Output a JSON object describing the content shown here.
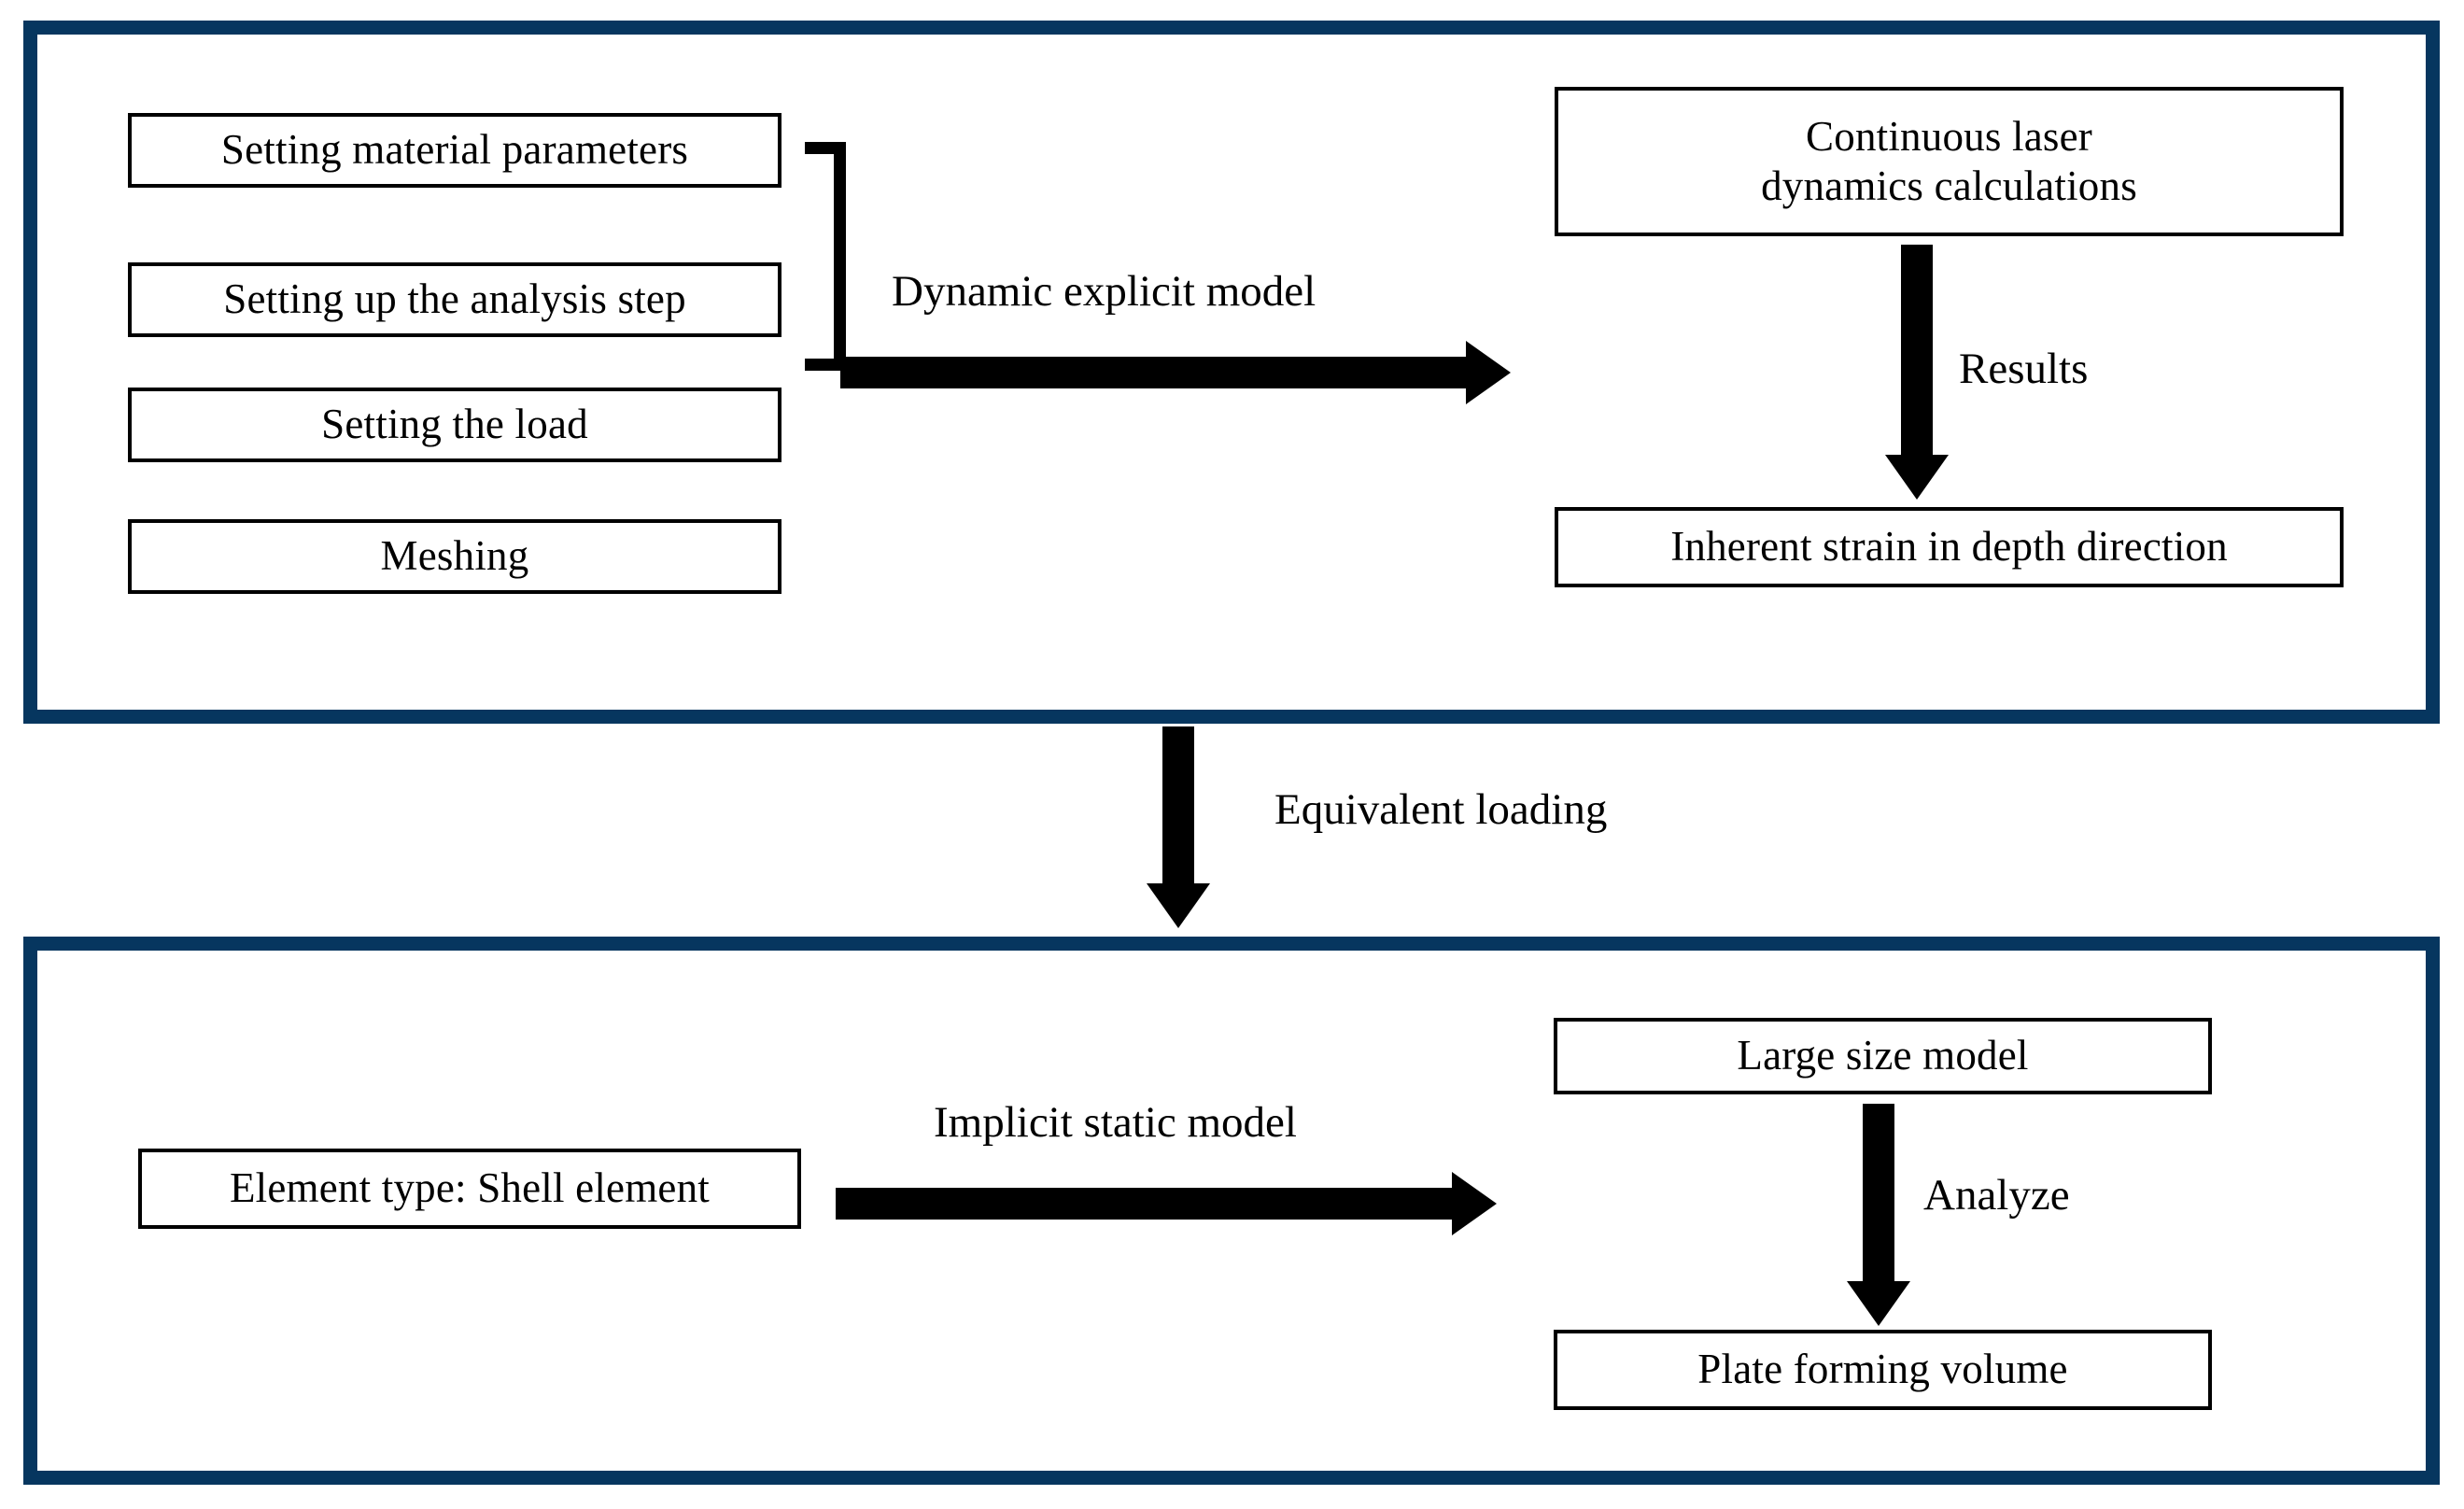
{
  "diagram": {
    "type": "flowchart",
    "title": "Finite element simulation workflow",
    "accent_color": "#06365f",
    "line_color": "#000000",
    "background": "#ffffff",
    "panels": [
      {
        "id": "dynamic-explicit-panel",
        "boxes": [
          {
            "id": "box-material",
            "label": "Setting material parameters"
          },
          {
            "id": "box-step",
            "label": "Setting up the analysis step"
          },
          {
            "id": "box-load",
            "label": "Setting the load"
          },
          {
            "id": "box-meshing",
            "label": "Meshing"
          },
          {
            "id": "box-laser",
            "label_line1": "Continuous laser",
            "label_line2": "dynamics calculations"
          },
          {
            "id": "box-inherent",
            "label": "Inherent strain in depth direction"
          }
        ],
        "edges": [
          {
            "id": "arrow-dynamic",
            "label": "Dynamic explicit model",
            "direction": "right"
          },
          {
            "id": "arrow-results",
            "label": "Results",
            "direction": "down"
          }
        ]
      },
      {
        "id": "implicit-static-panel",
        "boxes": [
          {
            "id": "box-element",
            "label": "Element type: Shell element"
          },
          {
            "id": "box-large",
            "label": "Large size model"
          },
          {
            "id": "box-plate",
            "label": "Plate forming volume"
          }
        ],
        "edges": [
          {
            "id": "arrow-implicit",
            "label": "Implicit static model",
            "direction": "right"
          },
          {
            "id": "arrow-analyze",
            "label": "Analyze",
            "direction": "down"
          }
        ]
      }
    ],
    "inter_panel_edge": {
      "id": "arrow-equivalent",
      "label": "Equivalent loading",
      "direction": "down"
    }
  },
  "boxes": {
    "material": "Setting material parameters",
    "step": "Setting up the analysis step",
    "load": "Setting the load",
    "meshing": "Meshing",
    "laser_line1": "Continuous laser",
    "laser_line2": "dynamics calculations",
    "inherent": "Inherent strain in depth direction",
    "element": "Element type: Shell element",
    "large": "Large size model",
    "plate": "Plate forming volume"
  },
  "labels": {
    "dynamic": "Dynamic explicit model",
    "results": "Results",
    "equivalent": "Equivalent loading",
    "implicit": "Implicit static model",
    "analyze": "Analyze"
  }
}
